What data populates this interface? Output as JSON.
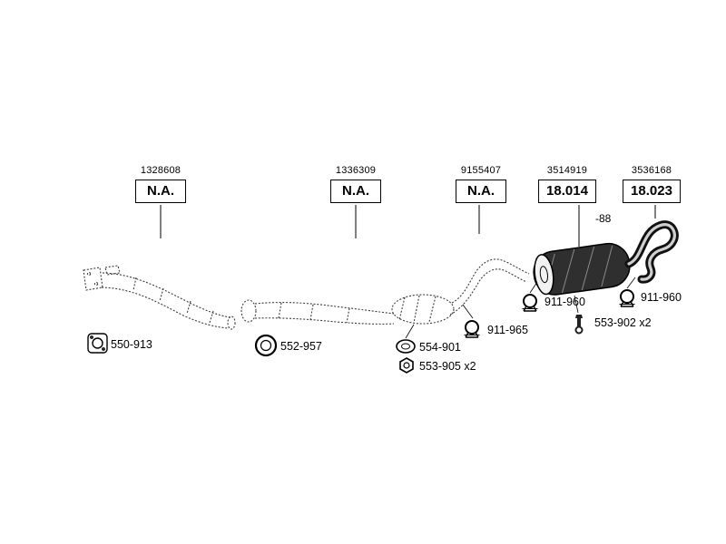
{
  "colors": {
    "background": "#ffffff",
    "ink": "#000000",
    "muffler_fill": "#2f2f2f"
  },
  "diagram": {
    "callouts": [
      {
        "part_number": "1328608",
        "box_label": "N.A."
      },
      {
        "part_number": "1336309",
        "box_label": "N.A."
      },
      {
        "part_number": "9155407",
        "box_label": "N.A."
      },
      {
        "part_number": "3514919",
        "box_label": "18.014",
        "suffix": "-88"
      },
      {
        "part_number": "3536168",
        "box_label": "18.023"
      }
    ],
    "part_labels": [
      {
        "icon": "flange-gasket-icon",
        "label": "550-913"
      },
      {
        "icon": "ring-gasket-icon",
        "label": "552-957"
      },
      {
        "icon": "oval-gasket-icon",
        "label": "554-901"
      },
      {
        "icon": "hex-nut-icon",
        "label": "553-905 x2"
      },
      {
        "icon": "pipe-clamp-icon",
        "label": "911-965"
      },
      {
        "icon": "pipe-clamp-icon",
        "label": "911-960"
      },
      {
        "icon": "pipe-clamp-icon",
        "label": "911-960"
      },
      {
        "icon": "hanger-bolt-icon",
        "label": "553-902 x2"
      }
    ]
  }
}
